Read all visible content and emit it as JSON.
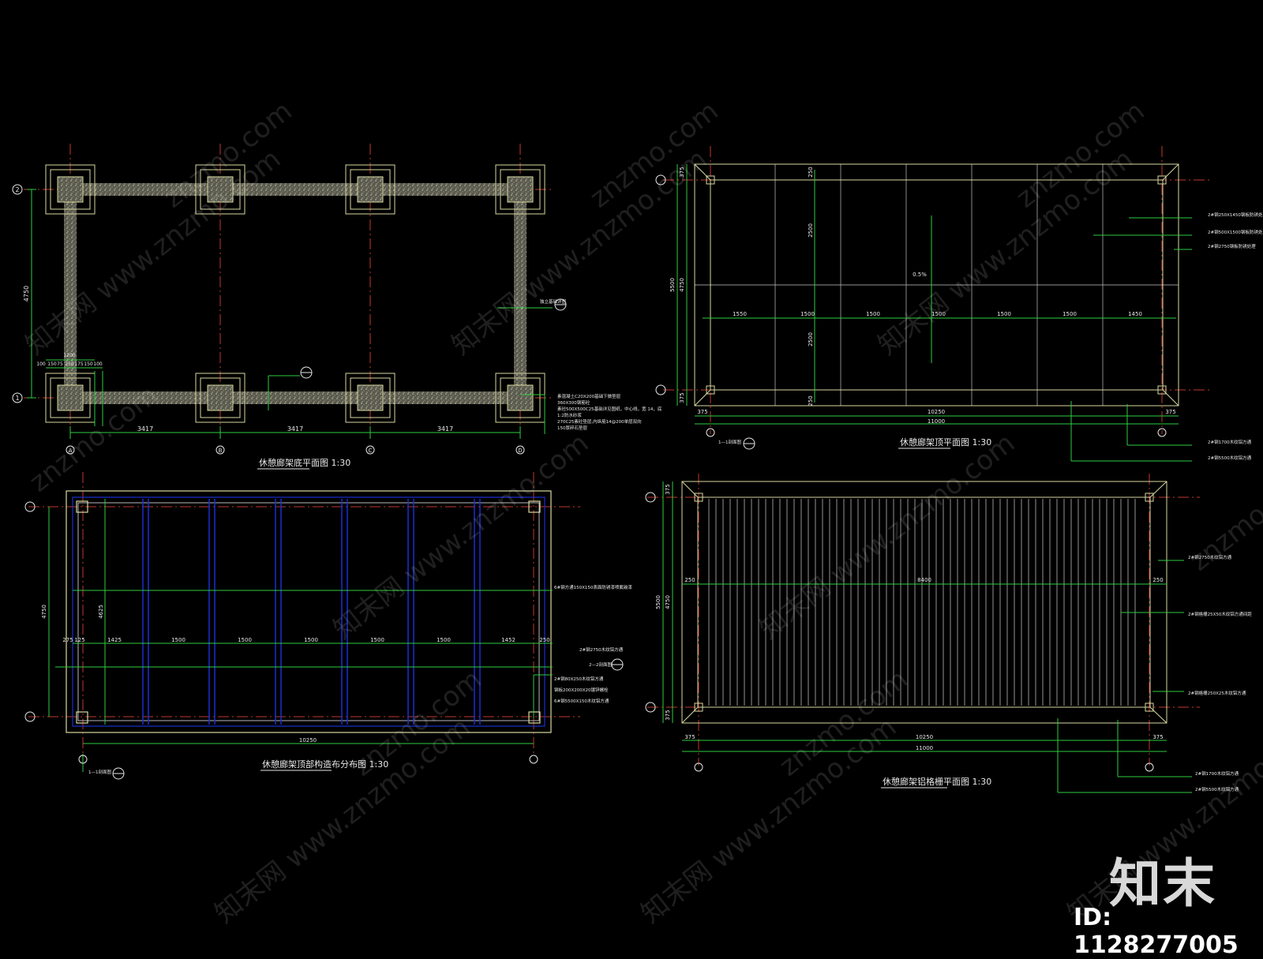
{
  "colors": {
    "background": "#000000",
    "axis": "#c0392b",
    "dimension": "#2ecc40",
    "outline": "#d8d8a0",
    "blue": "#1a2fd0",
    "white": "#e8e8e8"
  },
  "drawings": {
    "foundation": {
      "title": "休憩廊架底平面图 1:30",
      "axis_labels": [
        "2",
        "1",
        "A",
        "B",
        "C",
        "D"
      ],
      "dims_bottom": [
        "3417",
        "3417",
        "3417"
      ],
      "dim_left": "4750",
      "detail_dims": [
        "1200",
        "100",
        "150",
        "75",
        "250",
        "175",
        "150",
        "100"
      ],
      "notes": [
        "素混凝土C20X200基础下做垫层",
        "360X300钢筋砼",
        "素砼500X500C25基础详见图纸，中心线，宽 14，底",
        "1:2防水砂浆",
        "270C25素砼垫层,内纵筋14@200单层双向",
        "150厚碎石垫层"
      ],
      "callout": "独立基础详图"
    },
    "roof": {
      "title": "休憩廊架顶平面图 1:30",
      "dims_top": [
        "1550",
        "1500",
        "1500",
        "1500",
        "1500",
        "1500",
        "1450"
      ],
      "dims_bottom": [
        "375",
        "10250",
        "375",
        "11000"
      ],
      "dims_left": [
        "375",
        "4750",
        "5500",
        "375"
      ],
      "dims_inner": [
        "250",
        "2500",
        "2500",
        "250"
      ],
      "slope": "0.5%",
      "notes_right": [
        "2#钢250X1450钢板防锈处理",
        "2#钢500X1500钢板防锈处理",
        "2#钢2750钢板防锈处理"
      ],
      "notes_bottom": [
        "2#钢1700木纹铝方通",
        "2#钢5500木纹铝方通"
      ],
      "callout": "1—1剖面图"
    },
    "framing": {
      "title": "休憩廊架顶部构造布分布图 1:30",
      "dims_mid": [
        "275",
        "125",
        "1425",
        "1500",
        "1500",
        "1500",
        "1500",
        "1500",
        "1452",
        "250"
      ],
      "dims_bottom": [
        "10250"
      ],
      "dim_left": "4750",
      "dim_inner": "4625",
      "notes": [
        "6#钢方通150X150表面防锈漆喷氟碳漆",
        "2#钢2750木纹铝方通",
        "2#钢80X250木纹铝方通",
        "钢板200X200X20镀锌螺栓",
        "6#钢5500X150木纹铝方通"
      ],
      "callouts": [
        "2—2剖面图",
        "1—1剖面图"
      ]
    },
    "slats": {
      "title": "休憩廊架铝格栅平面图 1:30",
      "dims_mid": [
        "250",
        "8400",
        "250"
      ],
      "dims_bottom": [
        "375",
        "10250",
        "375",
        "11000"
      ],
      "dims_left": [
        "375",
        "4750",
        "5500",
        "375"
      ],
      "notes_right": [
        "2#钢2750木纹铝方通",
        "2#钢格栅25X50木纹铝方通间距",
        "2#钢格栅250X25木纹铝方通"
      ],
      "notes_bottom": [
        "2#钢1700木纹铝方通",
        "2#钢5500木纹铝方通"
      ]
    }
  },
  "watermark": {
    "text_cn": "知末网 www.znzmo.com",
    "text_en": "znzmo.com"
  },
  "brand": {
    "logo": "知末",
    "id": "ID: 1128277005"
  }
}
